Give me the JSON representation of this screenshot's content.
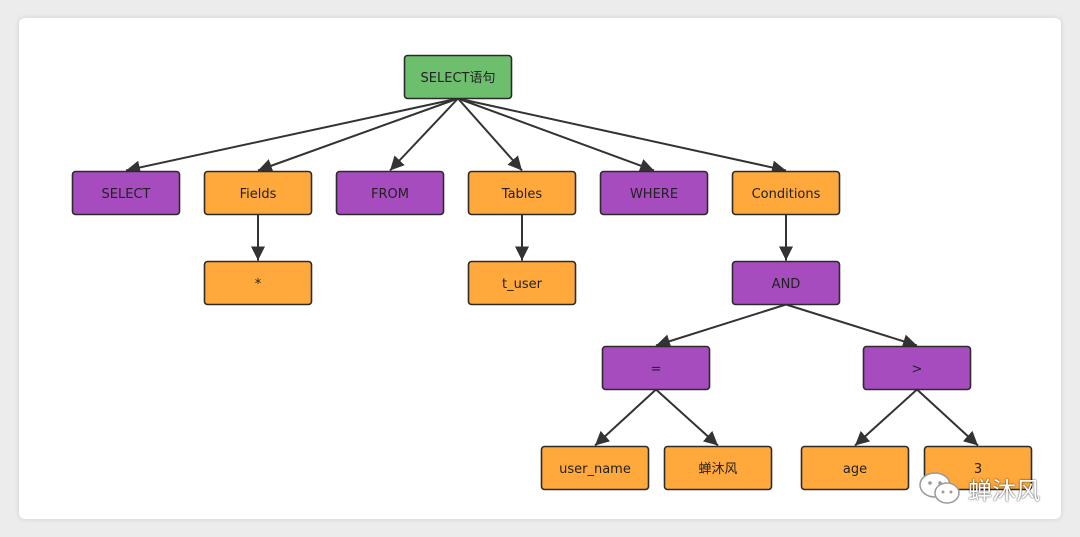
{
  "colors": {
    "root": "#6dbf6d",
    "keyword": "#a64cbf",
    "value": "#ffa83b",
    "border": "#2b2b2b",
    "edge": "#333333"
  },
  "nodes": [
    {
      "id": "root",
      "label": "SELECT语句",
      "kind": "root"
    },
    {
      "id": "select",
      "label": "SELECT",
      "kind": "keyword"
    },
    {
      "id": "fields",
      "label": "Fields",
      "kind": "value"
    },
    {
      "id": "from",
      "label": "FROM",
      "kind": "keyword"
    },
    {
      "id": "tables",
      "label": "Tables",
      "kind": "value"
    },
    {
      "id": "where",
      "label": "WHERE",
      "kind": "keyword"
    },
    {
      "id": "conditions",
      "label": "Conditions",
      "kind": "value"
    },
    {
      "id": "star",
      "label": "*",
      "kind": "value"
    },
    {
      "id": "t_user",
      "label": "t_user",
      "kind": "value"
    },
    {
      "id": "and",
      "label": "AND",
      "kind": "keyword"
    },
    {
      "id": "eq",
      "label": "=",
      "kind": "keyword"
    },
    {
      "id": "gt",
      "label": ">",
      "kind": "keyword"
    },
    {
      "id": "user_name",
      "label": "user_name",
      "kind": "value"
    },
    {
      "id": "chanmufeng",
      "label": "蝉沐风",
      "kind": "value"
    },
    {
      "id": "age",
      "label": "age",
      "kind": "value"
    },
    {
      "id": "three",
      "label": "3",
      "kind": "value"
    }
  ],
  "edges": [
    [
      "root",
      "select"
    ],
    [
      "root",
      "fields"
    ],
    [
      "root",
      "from"
    ],
    [
      "root",
      "tables"
    ],
    [
      "root",
      "where"
    ],
    [
      "root",
      "conditions"
    ],
    [
      "fields",
      "star"
    ],
    [
      "tables",
      "t_user"
    ],
    [
      "conditions",
      "and"
    ],
    [
      "and",
      "eq"
    ],
    [
      "and",
      "gt"
    ],
    [
      "eq",
      "user_name"
    ],
    [
      "eq",
      "chanmufeng"
    ],
    [
      "gt",
      "age"
    ],
    [
      "gt",
      "three"
    ]
  ],
  "watermark": {
    "text": "蝉沐风",
    "icon": "wechat-icon"
  }
}
